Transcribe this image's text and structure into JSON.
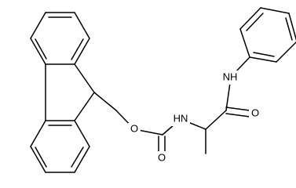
{
  "molecule": {
    "atoms": {
      "O_ester": "O",
      "O_carbamate": "O",
      "NH_carbamate": "HN",
      "NH_amide": "NH",
      "O_amide": "O"
    }
  }
}
